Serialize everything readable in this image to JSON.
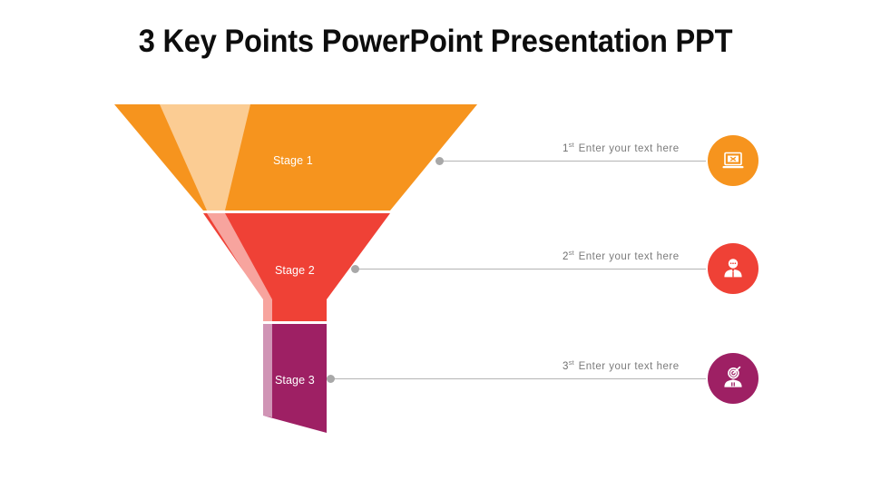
{
  "slide": {
    "title": "3 Key Points PowerPoint Presentation PPT",
    "background": "#FFFFFF"
  },
  "funnel": {
    "type": "funnel",
    "highlight_color": "#F8C185",
    "stages": [
      {
        "label": "Stage 1",
        "color": "#F6941E",
        "highlight": "#F9C88C"
      },
      {
        "label": "Stage 2",
        "color": "#EF4136",
        "highlight": "#F68C84"
      },
      {
        "label": "Stage 3",
        "color": "#9E2064",
        "highlight": "#C77FA2"
      }
    ]
  },
  "callouts": [
    {
      "number": "1",
      "ordinal_suffix": "st",
      "text": "Enter your text here",
      "badge_color": "#F6941E",
      "icon": "laptop-icon"
    },
    {
      "number": "2",
      "ordinal_suffix": "st",
      "text": "Enter your text here",
      "badge_color": "#EF4136",
      "icon": "person-speech-icon"
    },
    {
      "number": "3",
      "ordinal_suffix": "st",
      "text": "Enter your text here",
      "badge_color": "#9E2064",
      "icon": "person-target-icon"
    }
  ],
  "connector": {
    "line_color": "#B4B4B4",
    "dot_color": "#A8A8A8"
  }
}
